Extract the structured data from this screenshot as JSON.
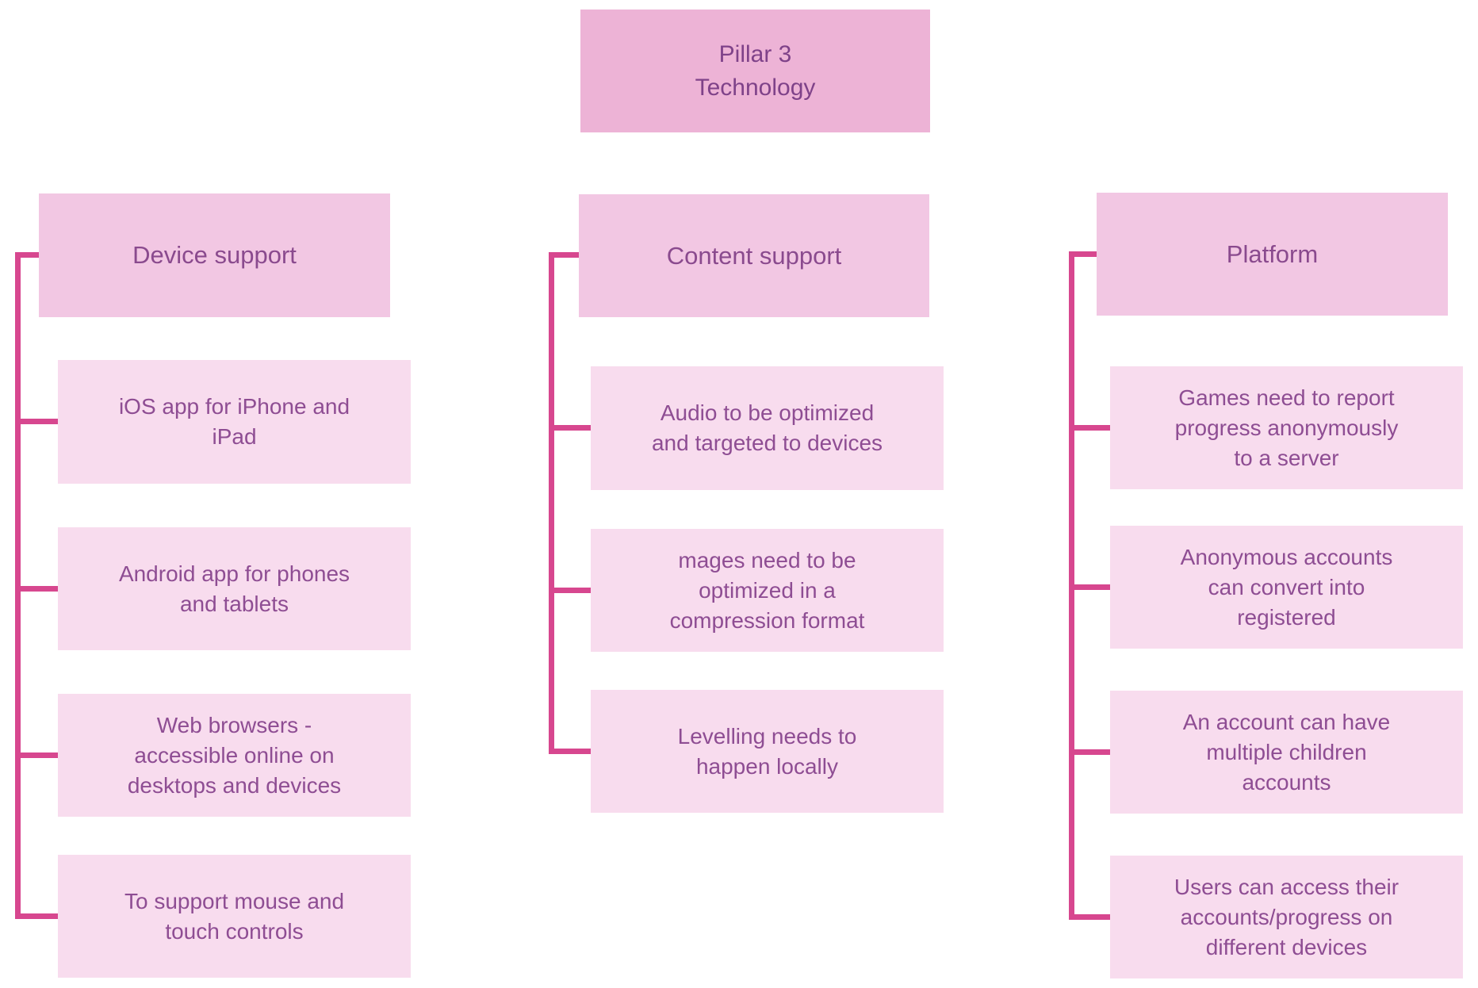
{
  "root": {
    "title": "Pillar 3",
    "subtitle": "Technology"
  },
  "columns": [
    {
      "header": "Device support",
      "items": [
        "iOS app for iPhone and\niPad",
        "Android app for phones\nand tablets",
        "Web browsers -\naccessible online on\ndesktops and devices",
        "To support mouse and\ntouch controls"
      ]
    },
    {
      "header": "Content support",
      "items": [
        "Audio to be optimized\nand targeted to devices",
        "mages need to be\noptimized in a\ncompression format",
        "Levelling needs to\nhappen locally"
      ]
    },
    {
      "header": "Platform",
      "items": [
        "Games need to report\nprogress anonymously\nto a server",
        "Anonymous accounts\ncan convert into\nregistered",
        "An account can have\nmultiple children\naccounts",
        "Users can access their\naccounts/progress on\ndifferent devices"
      ]
    }
  ],
  "colors": {
    "root_fill": "#edb3d6",
    "header_fill": "#f2c7e3",
    "leaf_fill": "#f8dcee",
    "connector_line": "#d7478f",
    "text": "#8e4d93",
    "root_text": "#7f4289"
  }
}
